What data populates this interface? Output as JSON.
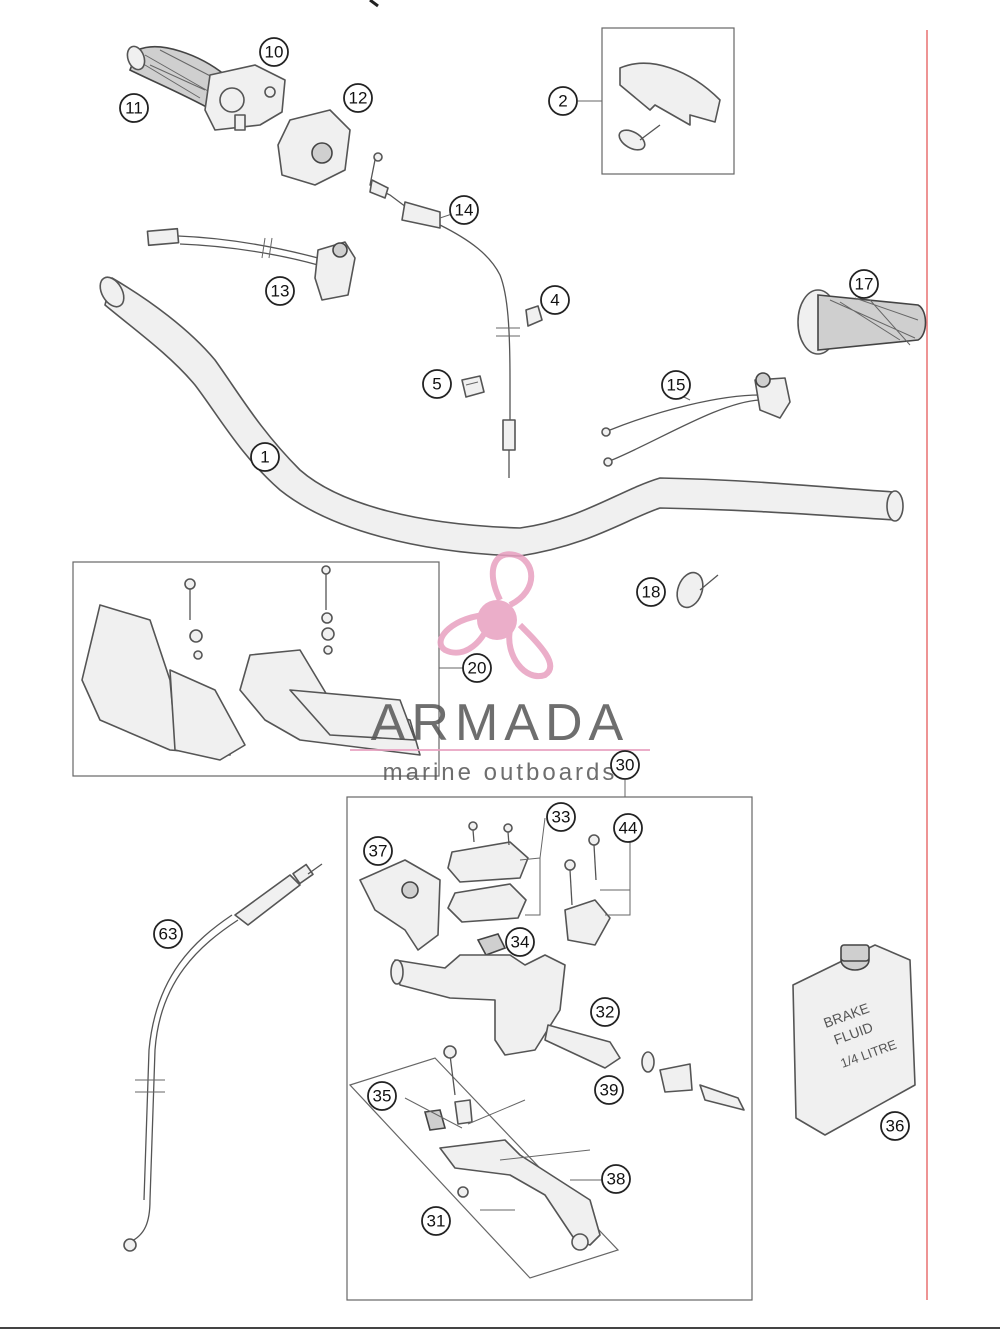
{
  "callouts": {
    "c1": "1",
    "c2": "2",
    "c4": "4",
    "c5": "5",
    "c10": "10",
    "c11": "11",
    "c12": "12",
    "c13": "13",
    "c14": "14",
    "c15": "15",
    "c17": "17",
    "c18": "18",
    "c20": "20",
    "c30": "30",
    "c31": "31",
    "c32": "32",
    "c33": "33",
    "c34": "34",
    "c35": "35",
    "c36": "36",
    "c37": "37",
    "c38": "38",
    "c39": "39",
    "c44": "44",
    "c63": "63"
  },
  "brake_fluid_label": [
    "BRAKE",
    "FLUID",
    "1/4 LITRE"
  ],
  "watermark": {
    "brand": "ARMADA",
    "tagline": "marine outboards",
    "logo_color": "#e8a0c0"
  },
  "colors": {
    "margin_rule": "#e87070"
  }
}
